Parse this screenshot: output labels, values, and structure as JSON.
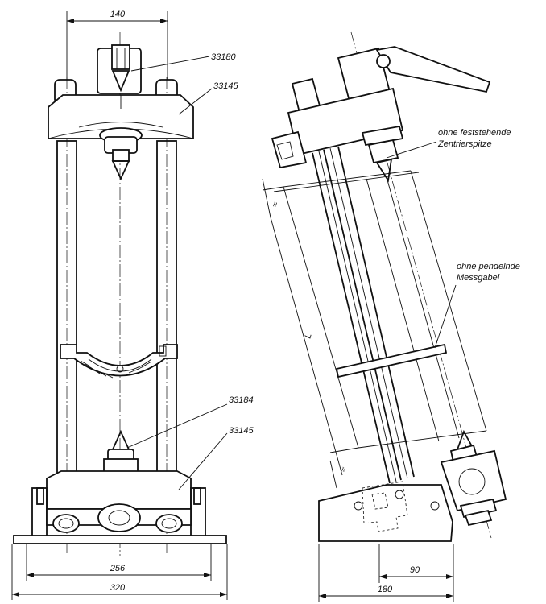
{
  "front_view": {
    "dimensions": {
      "top_width": "140",
      "rail_spacing": "256",
      "base_width": "320"
    },
    "part_labels": [
      "33180",
      "33145",
      "33184",
      "33145"
    ]
  },
  "side_view": {
    "dimensions": {
      "length_symbol": "L",
      "offset_top": "≈",
      "offset_bottom": "≈",
      "depth_half": "90",
      "depth_total": "180"
    },
    "notes": [
      "ohne feststehende",
      "Zentrierspitze",
      "ohne pendelnde",
      "Messgabel"
    ]
  }
}
